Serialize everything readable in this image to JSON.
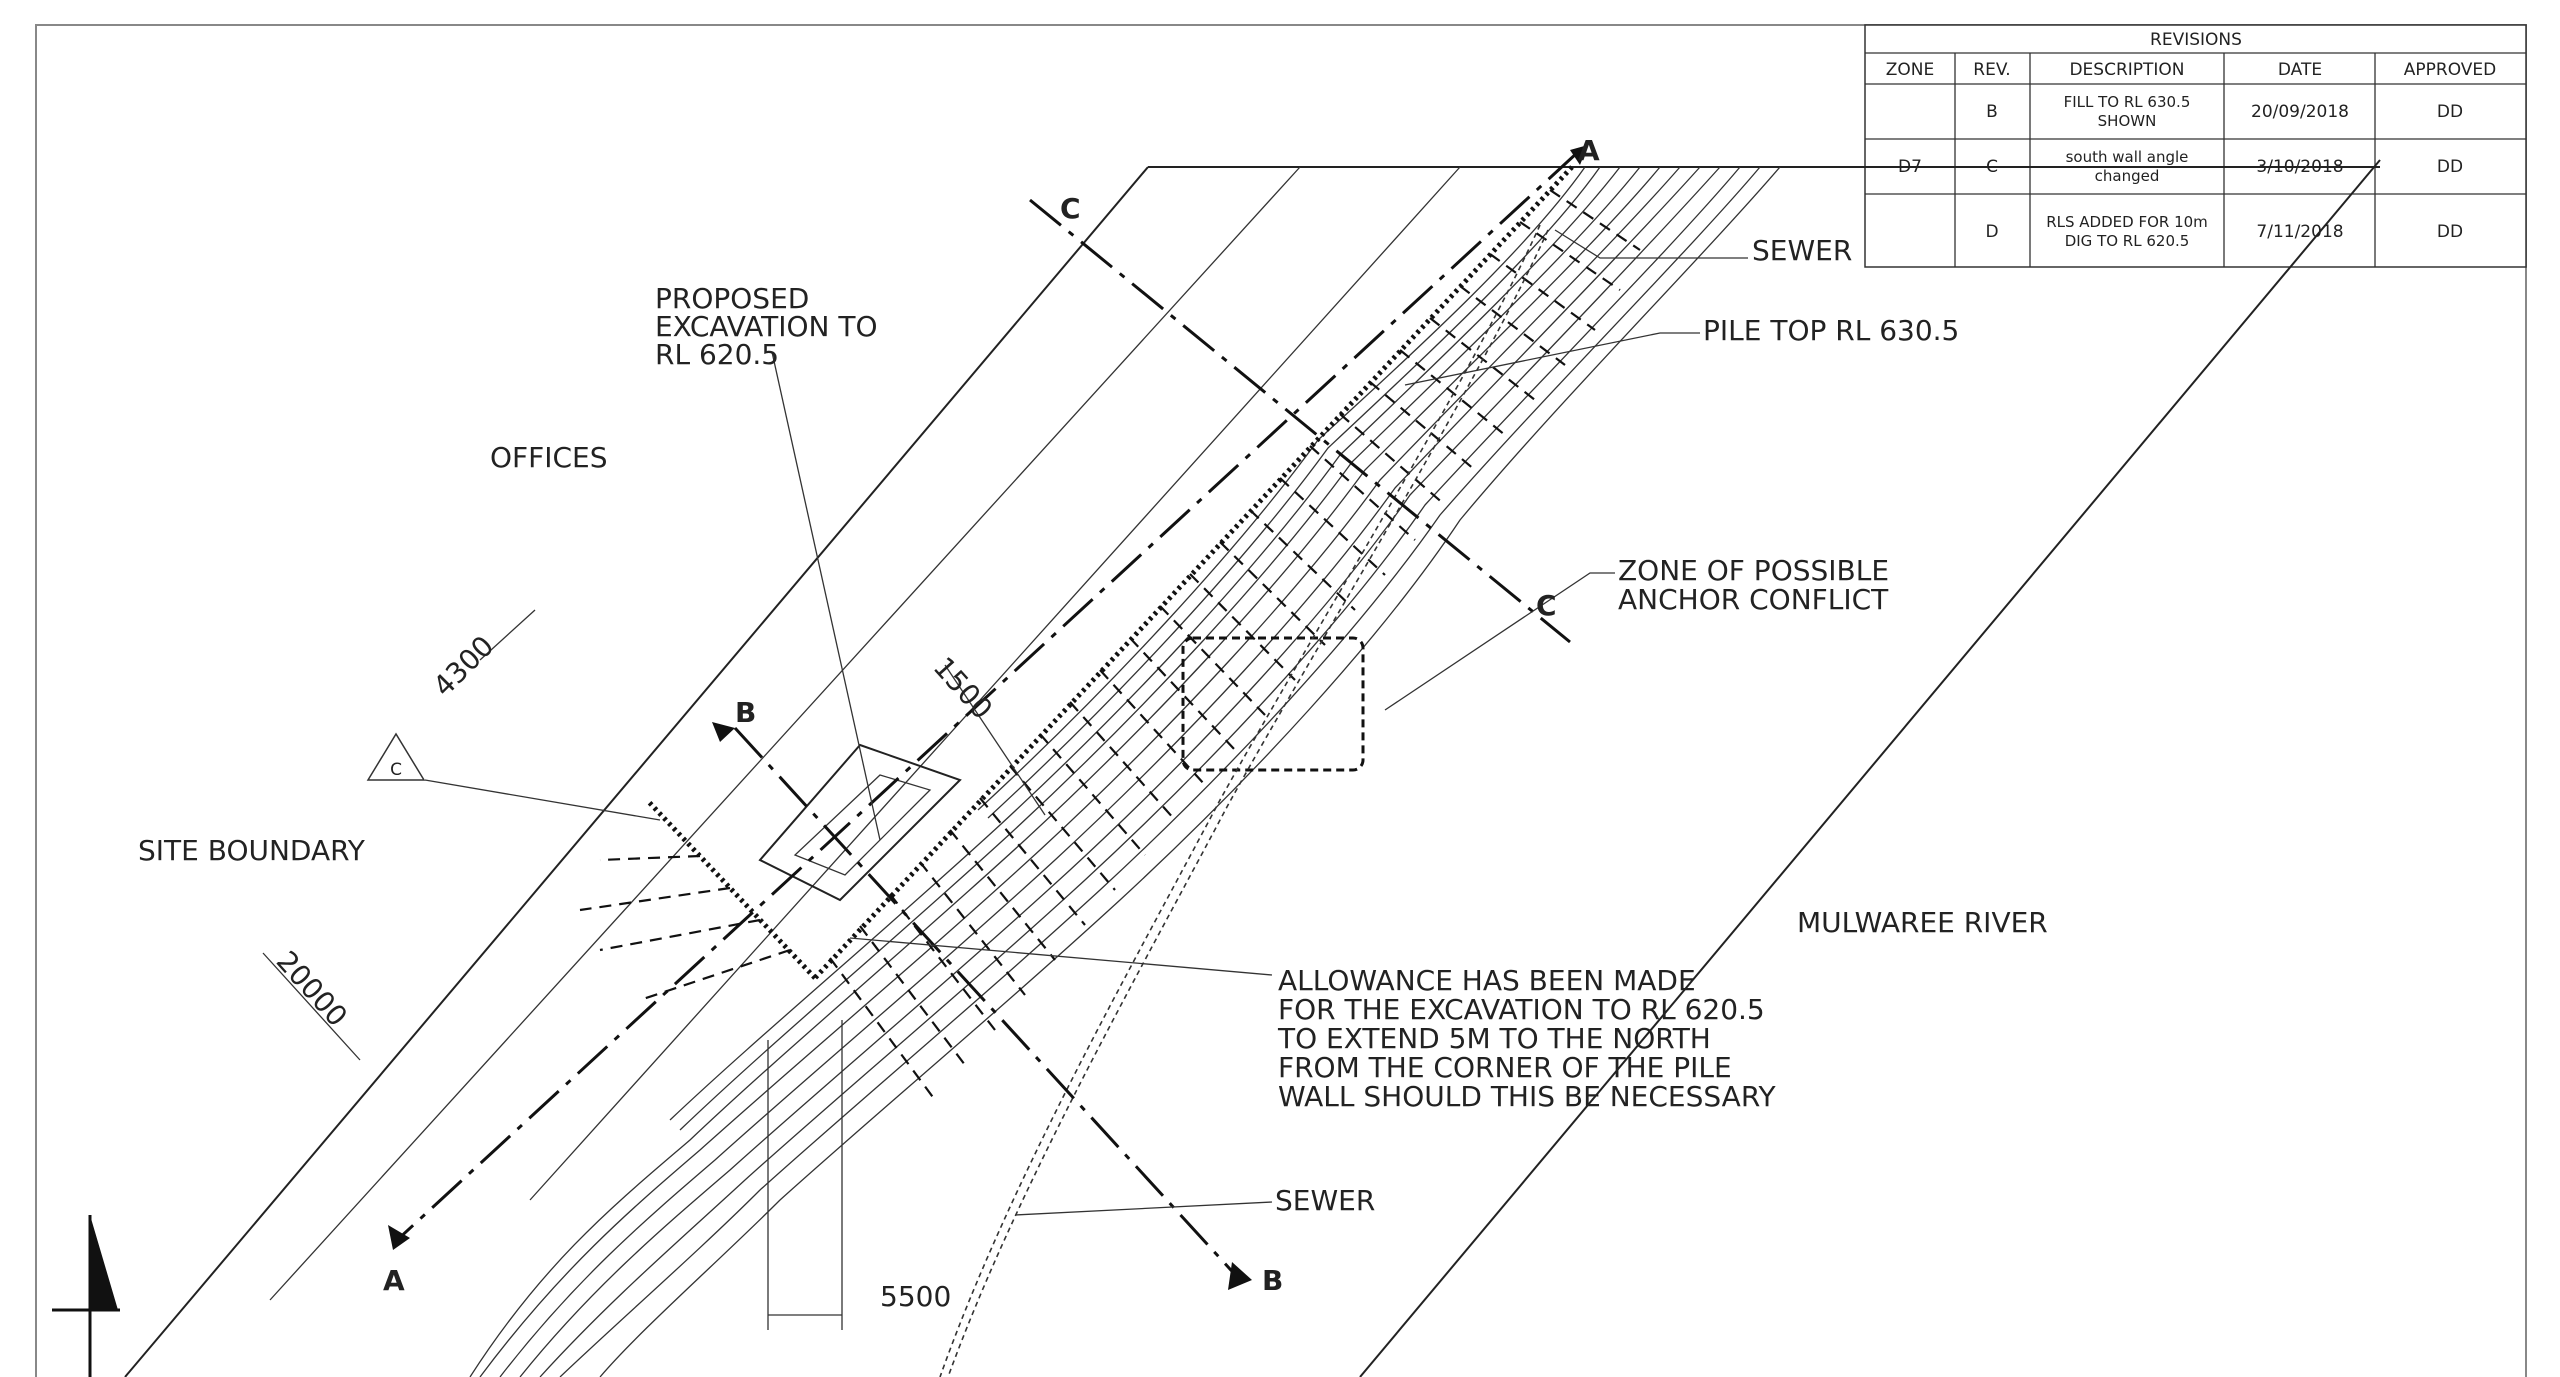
{
  "revisions": {
    "title": "REVISIONS",
    "headers": [
      "ZONE",
      "REV.",
      "DESCRIPTION",
      "DATE",
      "APPROVED"
    ],
    "rows": [
      {
        "zone": "",
        "rev": "B",
        "desc1": "FILL TO RL 630.5",
        "desc2": "SHOWN",
        "date": "20/09/2018",
        "approved": "DD"
      },
      {
        "zone": "D7",
        "rev": "C",
        "desc1": "south wall angle",
        "desc2": "changed",
        "date": "3/10/2018",
        "approved": "DD"
      },
      {
        "zone": "",
        "rev": "D",
        "desc1": "RLS ADDED FOR 10m",
        "desc2": "DIG TO RL 620.5",
        "date": "7/11/2018",
        "approved": "DD"
      }
    ]
  },
  "labels": {
    "proposed_1": "PROPOSED",
    "proposed_2": "EXCAVATION TO",
    "proposed_3": "RL 620.5",
    "offices": "OFFICES",
    "site_boundary": "SITE BOUNDARY",
    "sewer_top": "SEWER",
    "pile_top": "PILE TOP RL 630.5",
    "zone_1": "ZONE OF POSSIBLE",
    "zone_2": "ANCHOR CONFLICT",
    "mulwaree": "MULWAREE RIVER",
    "allow_1": "ALLOWANCE HAS BEEN MADE",
    "allow_2": "FOR THE EXCAVATION TO RL 620.5",
    "allow_3": "TO EXTEND 5M TO THE NORTH",
    "allow_4": "FROM THE CORNER OF THE PILE",
    "allow_5": "WALL SHOULD THIS BE NECESSARY",
    "sewer_bottom": "SEWER",
    "rev_tag": "C"
  },
  "dimensions": {
    "d4300": "4300",
    "d1500": "1500",
    "d20000": "20000",
    "d5500": "5500"
  },
  "sections": {
    "a_top": "A",
    "a_bottom": "A",
    "b_top": "B",
    "b_bottom": "B",
    "c_top": "C",
    "c_bottom": "C"
  }
}
